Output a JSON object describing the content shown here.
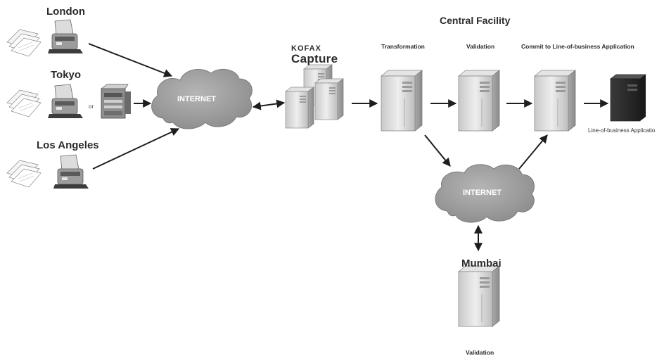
{
  "title": "Central Facility",
  "brand": {
    "line1": "KOFAX",
    "line2": "Capture"
  },
  "sites": {
    "london": "London",
    "tokyo": "Tokyo",
    "tokyo_or": "or",
    "los_angeles": "Los Angeles",
    "mumbai": "Mumbai"
  },
  "clouds": {
    "main": "INTERNET",
    "secondary": "INTERNET"
  },
  "stages": {
    "transformation": "Transformation",
    "validation": "Validation",
    "commit": "Commit to Line-of-business Application"
  },
  "app_label": "Line-of-business Applicatio",
  "mumbai_validation": "Validation",
  "colors": {
    "cloud": "#9a9a9a",
    "server_light": "#d4d4d4",
    "server_dark": "#2f2f2f",
    "arrow": "#1e1e1e"
  }
}
